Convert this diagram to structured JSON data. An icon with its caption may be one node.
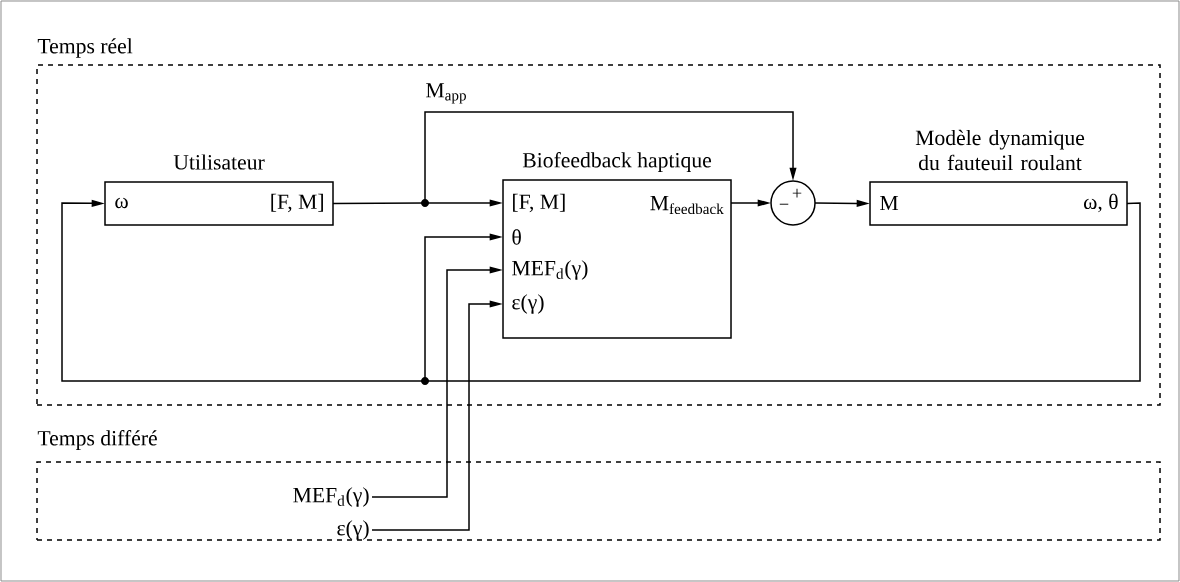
{
  "diagram": {
    "nodes": [
      {
        "text": [
          "Temps réel"
        ]
      },
      {
        "text": [
          "Utilisateur",
          "ω",
          "[F, M]"
        ],
        "in": 0
      },
      {
        "text": [
          "Biofeedback haptique",
          "[F, M]",
          "M$_{feedback}$",
          "θ",
          "MEF$_{d}$(γ)",
          "ε(γ)"
        ],
        "in": 0
      },
      {
        "text": [
          "+",
          "−"
        ],
        "in": 0
      },
      {
        "text": [
          "Modèle dynamique du fauteuil roulant",
          "M",
          "ω, θ"
        ],
        "in": 0
      },
      {
        "text": [
          "Temps différé"
        ]
      },
      {
        "text": [
          "MEF$_{d}$(γ)"
        ],
        "in": 5
      },
      {
        "text": [
          "ε(γ)"
        ],
        "in": 5
      }
    ],
    "edges": [
      {
        "from": 1,
        "to": 2,
        "arrow": "to"
      },
      {
        "from": 1,
        "to": 3,
        "arrow": "to",
        "label": "M$_{app}$"
      },
      {
        "from": 2,
        "to": 3,
        "arrow": "to"
      },
      {
        "from": 3,
        "to": 4,
        "arrow": "to"
      },
      {
        "from": 4,
        "to": 1,
        "arrow": "to"
      },
      {
        "from": 4,
        "to": 2,
        "arrow": "to"
      },
      {
        "from": 6,
        "to": 2,
        "arrow": "to"
      },
      {
        "from": 7,
        "to": 2,
        "arrow": "to"
      }
    ]
  }
}
